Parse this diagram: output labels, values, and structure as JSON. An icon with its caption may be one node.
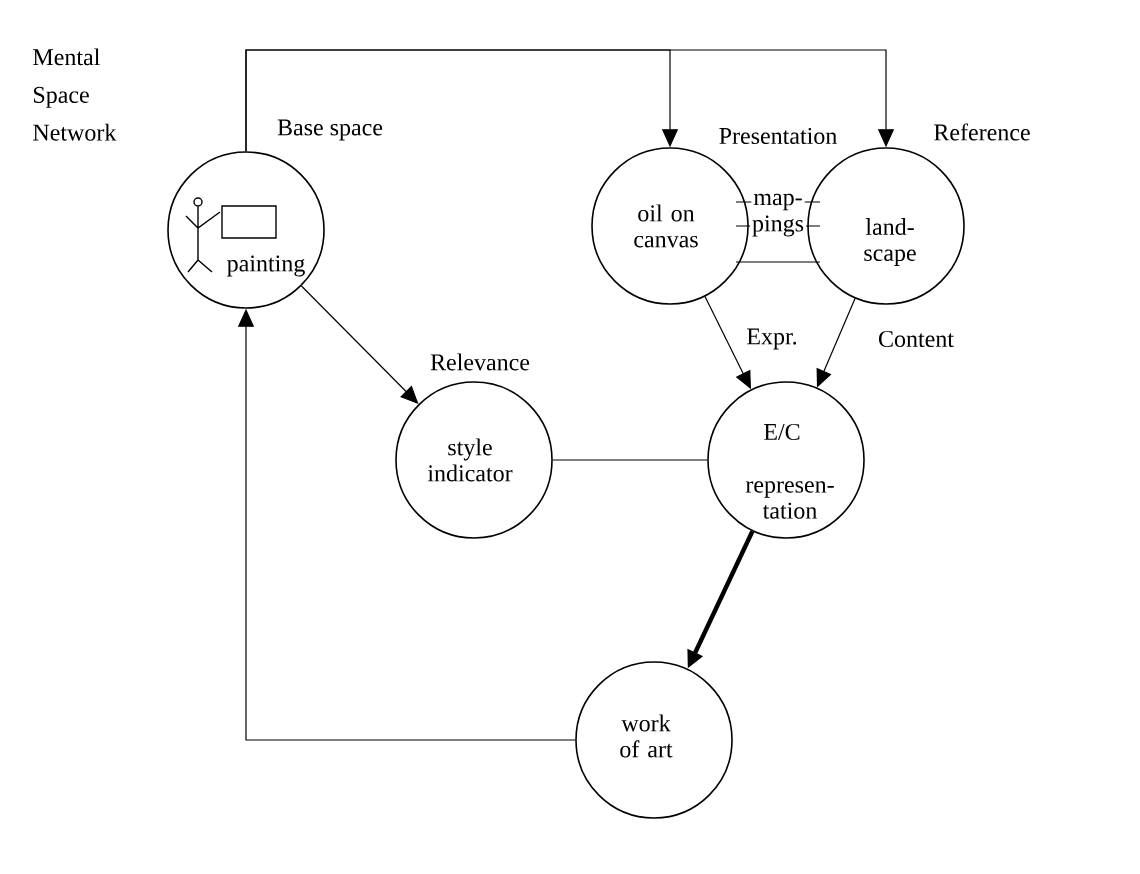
{
  "diagram": {
    "title": "Mental Space Network",
    "nodes": [
      {
        "text": [
          "painting"
        ],
        "beside": [
          "Base space"
        ]
      },
      {
        "text": [
          "oil on canvas"
        ],
        "beside": [
          "Presentation"
        ]
      },
      {
        "text": [
          "land- scape"
        ],
        "beside": [
          "Reference"
        ]
      },
      {
        "text": [
          "style indicator"
        ],
        "beside": [
          "Relevance"
        ]
      },
      {
        "text": [
          "E/C",
          "represen- tation"
        ]
      },
      {
        "text": [
          "work of art"
        ]
      }
    ],
    "edges": [
      {
        "from": 0,
        "to": 1,
        "arrow": "to"
      },
      {
        "from": 0,
        "to": 2,
        "arrow": "to"
      },
      {
        "from": 0,
        "to": 3,
        "arrow": "to"
      },
      {
        "from": 1,
        "to": 2,
        "arrow": "none",
        "label": "map-"
      },
      {
        "from": 1,
        "to": 2,
        "arrow": "none",
        "label": "pings"
      },
      {
        "from": 1,
        "to": 2,
        "arrow": "none"
      },
      {
        "from": 1,
        "to": 4,
        "arrow": "to",
        "label": "Expr."
      },
      {
        "from": 2,
        "to": 4,
        "arrow": "to",
        "label": "Content"
      },
      {
        "from": 3,
        "to": 4,
        "arrow": "none"
      },
      {
        "from": 4,
        "to": 5,
        "arrow": "to",
        "style": "thick"
      },
      {
        "from": 5,
        "to": 0,
        "arrow": "to"
      }
    ]
  }
}
